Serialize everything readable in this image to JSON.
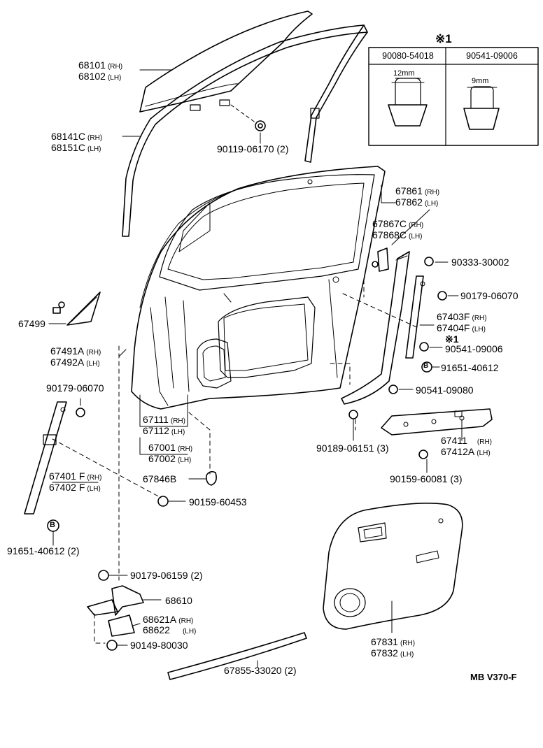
{
  "drawing_code": "MB V370-F",
  "note_mark": "※1",
  "inset": {
    "mark": "※1",
    "columns": [
      {
        "part": "90080-54018",
        "size": "12mm"
      },
      {
        "part": "90541-09006",
        "size": "9mm"
      }
    ]
  },
  "labels": {
    "p68101": {
      "num": "68101",
      "side": "(RH)"
    },
    "p68102": {
      "num": "68102",
      "side": "(LH)"
    },
    "p68141C": {
      "num": "68141C",
      "side": "(RH)"
    },
    "p68151C": {
      "num": "68151C",
      "side": "(LH)"
    },
    "p90119": {
      "num": "90119-06170 (2)"
    },
    "p67861": {
      "num": "67861",
      "side": "(RH)"
    },
    "p67862": {
      "num": "67862",
      "side": "(LH)"
    },
    "p67867C": {
      "num": "67867C",
      "side": "(RH)"
    },
    "p67868C": {
      "num": "67868C",
      "side": "(LH)"
    },
    "p90333": {
      "num": "90333-30002"
    },
    "p90179a": {
      "num": "90179-06070"
    },
    "p67403F": {
      "num": "67403F",
      "side": "(RH)"
    },
    "p67404F": {
      "num": "67404F",
      "side": "(LH)"
    },
    "pNote1": {
      "num": "※1"
    },
    "p90541a": {
      "num": "90541-09006"
    },
    "p91651a": {
      "num": "91651-40612"
    },
    "p90541b": {
      "num": "90541-09080"
    },
    "p67499": {
      "num": "67499"
    },
    "p67491A": {
      "num": "67491A",
      "side": "(RH)"
    },
    "p67492A": {
      "num": "67492A",
      "side": "(LH)"
    },
    "p90179b": {
      "num": "90179-06070"
    },
    "p67111": {
      "num": "67111",
      "side": "(RH)"
    },
    "p67112": {
      "num": "67112",
      "side": "(LH)"
    },
    "p67001": {
      "num": "67001",
      "side": "(RH)"
    },
    "p67002": {
      "num": "67002",
      "side": "(LH)"
    },
    "p90189": {
      "num": "90189-06151 (3)"
    },
    "p67411": {
      "num": "67411",
      "side": "(RH)"
    },
    "p67412A": {
      "num": "67412A",
      "side": "(LH)"
    },
    "p90159a": {
      "num": "90159-60081 (3)"
    },
    "p67846B": {
      "num": "67846B"
    },
    "p67401F": {
      "num": "67401 F",
      "side": "(RH)"
    },
    "p67402F": {
      "num": "67402 F",
      "side": "(LH)"
    },
    "p90159b": {
      "num": "90159-60453"
    },
    "p91651b": {
      "num": "91651-40612 (2)"
    },
    "p90179c": {
      "num": "90179-06159 (2)"
    },
    "p68610": {
      "num": "68610"
    },
    "p68621A": {
      "num": "68621A",
      "side": "(RH)"
    },
    "p68622": {
      "num": "68622",
      "side": "(LH)"
    },
    "p90149": {
      "num": "90149-80030"
    },
    "p67831": {
      "num": "67831",
      "side": "(RH)"
    },
    "p67832": {
      "num": "67832",
      "side": "(LH)"
    },
    "p67855": {
      "num": "67855-33020 (2)"
    }
  },
  "fastener_mark": "B"
}
